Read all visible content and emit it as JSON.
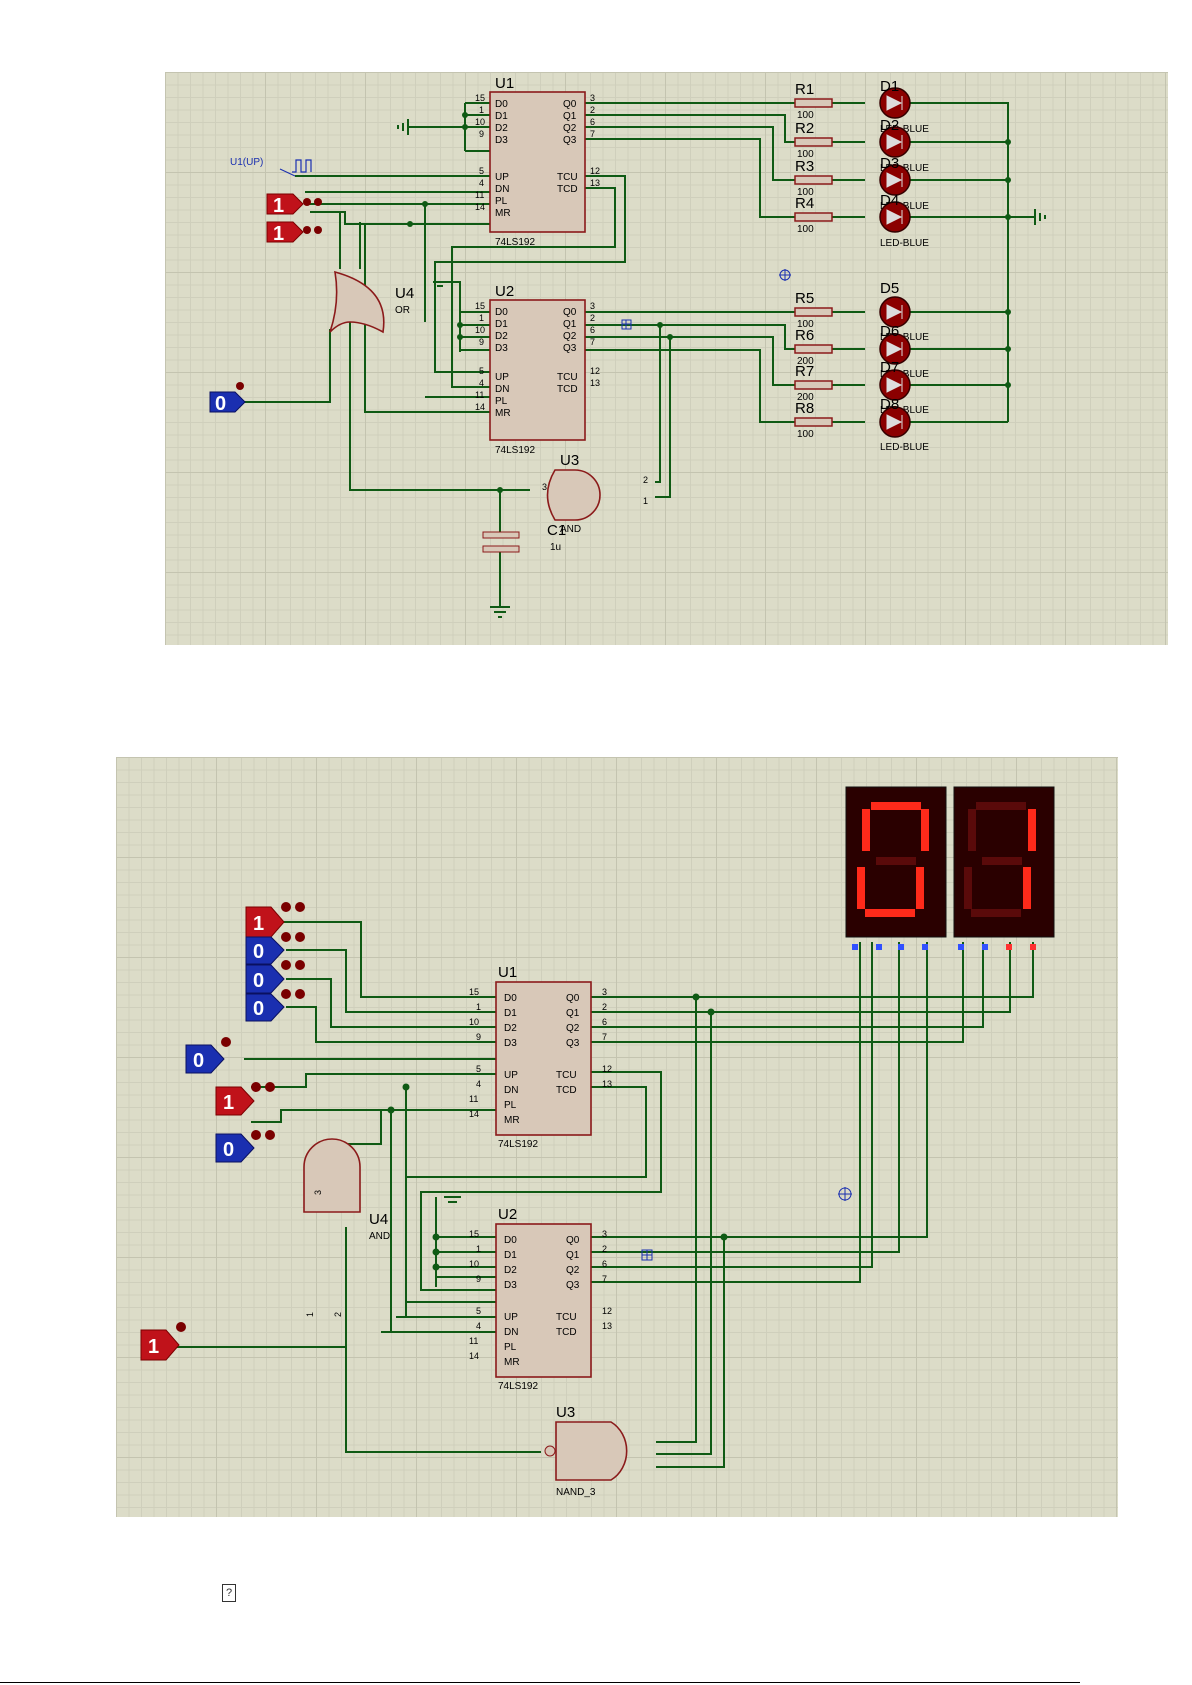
{
  "figure1": {
    "u1_ref": "U1",
    "u1_part": "74LS192",
    "u2_ref": "U2",
    "u2_part": "74LS192",
    "u3_ref": "U3",
    "u3_part": "AND",
    "u4_ref": "U4",
    "u4_part": "OR",
    "c1_ref": "C1",
    "c1_value": "1u",
    "clock_label": "U1(UP)",
    "probes": [
      "1",
      "1",
      "0"
    ],
    "resistors": [
      {
        "ref": "R1",
        "value": "100"
      },
      {
        "ref": "R2",
        "value": "100"
      },
      {
        "ref": "R3",
        "value": "100"
      },
      {
        "ref": "R4",
        "value": "100"
      },
      {
        "ref": "R5",
        "value": "100"
      },
      {
        "ref": "R6",
        "value": "200"
      },
      {
        "ref": "R7",
        "value": "200"
      },
      {
        "ref": "R8",
        "value": "100"
      }
    ],
    "leds": [
      {
        "ref": "D1",
        "part": "LED-BLUE"
      },
      {
        "ref": "D2",
        "part": "LED-BLUE"
      },
      {
        "ref": "D3",
        "part": "LED-BLUE"
      },
      {
        "ref": "D4",
        "part": "LED-BLUE"
      },
      {
        "ref": "D5",
        "part": "LED-BLUE"
      },
      {
        "ref": "D6",
        "part": "LED-BLUE"
      },
      {
        "ref": "D7",
        "part": "LED-BLUE"
      },
      {
        "ref": "D8",
        "part": "LED-BLUE"
      }
    ],
    "and_pins": [
      "3",
      "2",
      "1"
    ]
  },
  "figure2": {
    "u1_ref": "U1",
    "u1_part": "74LS192",
    "u2_ref": "U2",
    "u2_part": "74LS192",
    "u3_ref": "U3",
    "u3_part": "NAND_3",
    "u4_ref": "U4",
    "u4_part": "AND",
    "and_pins": [
      "3",
      "1",
      "2"
    ],
    "probes": [
      "1",
      "0",
      "0",
      "0",
      "0",
      "1",
      "0",
      "1"
    ],
    "display_digits": [
      "0",
      "1"
    ]
  },
  "counter_pins": {
    "left_nums": [
      "15",
      "1",
      "10",
      "9",
      "5",
      "4",
      "11",
      "14"
    ],
    "left_names": [
      "D0",
      "D1",
      "D2",
      "D3",
      "UP",
      "DN",
      "PL",
      "MR"
    ],
    "right_nums": [
      "3",
      "2",
      "6",
      "7",
      "12",
      "13"
    ],
    "right_names": [
      "Q0",
      "Q1",
      "Q2",
      "Q3",
      "TCU",
      "TCD"
    ]
  },
  "colors": {
    "sheet": "#dcdcc8",
    "wire": "#0f5a14",
    "component": "#8b1a1a",
    "probe_high": "#c0121a",
    "probe_low": "#1a2fb0",
    "segment_on": "#ff2a1a"
  }
}
